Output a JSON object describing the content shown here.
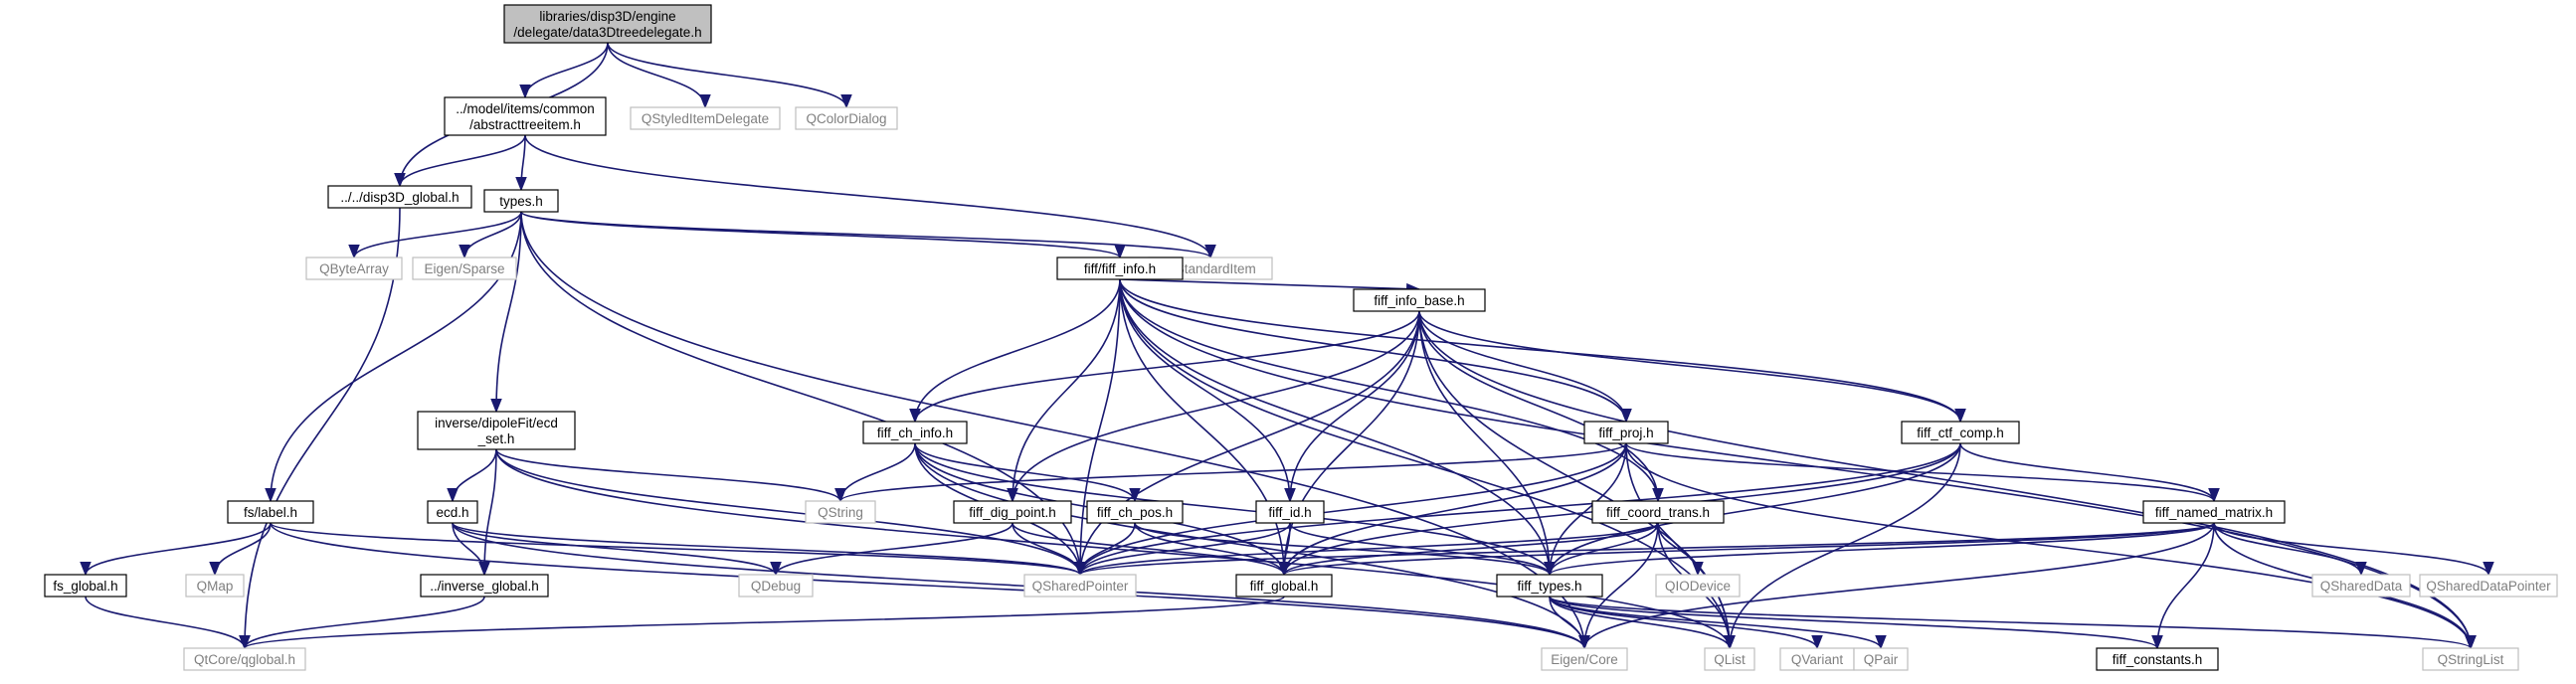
{
  "graph": {
    "nodes": [
      {
        "id": "main",
        "kind": "main",
        "lines": [
          "libraries/disp3D/engine",
          "/delegate/data3Dtreedelegate.h"
        ]
      },
      {
        "id": "abstracttreeitem",
        "kind": "local",
        "lines": [
          "../model/items/common",
          "/abstracttreeitem.h"
        ]
      },
      {
        "id": "qstyleditemdelegate",
        "kind": "ext",
        "lines": [
          "QStyledItemDelegate"
        ]
      },
      {
        "id": "qcolordialog",
        "kind": "ext",
        "lines": [
          "QColorDialog"
        ]
      },
      {
        "id": "disp3d_global",
        "kind": "local",
        "lines": [
          "../../disp3D_global.h"
        ]
      },
      {
        "id": "types",
        "kind": "local",
        "lines": [
          "types.h"
        ]
      },
      {
        "id": "qstandarditem",
        "kind": "ext",
        "lines": [
          "QStandardItem"
        ]
      },
      {
        "id": "qbytearray",
        "kind": "ext",
        "lines": [
          "QByteArray"
        ]
      },
      {
        "id": "eigen_sparse",
        "kind": "ext",
        "lines": [
          "Eigen/Sparse"
        ]
      },
      {
        "id": "fiff_info",
        "kind": "local",
        "lines": [
          "fiff/fiff_info.h"
        ]
      },
      {
        "id": "fiff_info_base",
        "kind": "local",
        "lines": [
          "fiff_info_base.h"
        ]
      },
      {
        "id": "ecd_set",
        "kind": "local",
        "lines": [
          "inverse/dipoleFit/ecd",
          "_set.h"
        ]
      },
      {
        "id": "fiff_ch_info",
        "kind": "local",
        "lines": [
          "fiff_ch_info.h"
        ]
      },
      {
        "id": "fiff_proj",
        "kind": "local",
        "lines": [
          "fiff_proj.h"
        ]
      },
      {
        "id": "fiff_ctf_comp",
        "kind": "local",
        "lines": [
          "fiff_ctf_comp.h"
        ]
      },
      {
        "id": "fs_label",
        "kind": "local",
        "lines": [
          "fs/label.h"
        ]
      },
      {
        "id": "ecd",
        "kind": "local",
        "lines": [
          "ecd.h"
        ]
      },
      {
        "id": "qstring",
        "kind": "ext",
        "lines": [
          "QString"
        ]
      },
      {
        "id": "fiff_dig_point",
        "kind": "local",
        "lines": [
          "fiff_dig_point.h"
        ]
      },
      {
        "id": "fiff_ch_pos",
        "kind": "local",
        "lines": [
          "fiff_ch_pos.h"
        ]
      },
      {
        "id": "fiff_id",
        "kind": "local",
        "lines": [
          "fiff_id.h"
        ]
      },
      {
        "id": "fiff_coord_trans",
        "kind": "local",
        "lines": [
          "fiff_coord_trans.h"
        ]
      },
      {
        "id": "fiff_named_matrix",
        "kind": "local",
        "lines": [
          "fiff_named_matrix.h"
        ]
      },
      {
        "id": "fs_global",
        "kind": "local",
        "lines": [
          "fs_global.h"
        ]
      },
      {
        "id": "qmap",
        "kind": "ext",
        "lines": [
          "QMap"
        ]
      },
      {
        "id": "inverse_global",
        "kind": "local",
        "lines": [
          "../inverse_global.h"
        ]
      },
      {
        "id": "qdebug",
        "kind": "ext",
        "lines": [
          "QDebug"
        ]
      },
      {
        "id": "qsharedpointer",
        "kind": "ext",
        "lines": [
          "QSharedPointer"
        ]
      },
      {
        "id": "fiff_global",
        "kind": "local",
        "lines": [
          "fiff_global.h"
        ]
      },
      {
        "id": "qiodevice",
        "kind": "ext",
        "lines": [
          "QIODevice"
        ]
      },
      {
        "id": "fiff_types",
        "kind": "local",
        "lines": [
          "fiff_types.h"
        ]
      },
      {
        "id": "qshareddata",
        "kind": "ext",
        "lines": [
          "QSharedData"
        ]
      },
      {
        "id": "qshareddatapointer",
        "kind": "ext",
        "lines": [
          "QSharedDataPointer"
        ]
      },
      {
        "id": "qtcore_qglobal",
        "kind": "ext",
        "lines": [
          "QtCore/qglobal.h"
        ]
      },
      {
        "id": "eigen_core",
        "kind": "ext",
        "lines": [
          "Eigen/Core"
        ]
      },
      {
        "id": "qlist",
        "kind": "ext",
        "lines": [
          "QList"
        ]
      },
      {
        "id": "qvariant",
        "kind": "ext",
        "lines": [
          "QVariant"
        ]
      },
      {
        "id": "qpair",
        "kind": "ext",
        "lines": [
          "QPair"
        ]
      },
      {
        "id": "fiff_constants",
        "kind": "local",
        "lines": [
          "fiff_constants.h"
        ]
      },
      {
        "id": "qstringlist",
        "kind": "ext",
        "lines": [
          "QStringList"
        ]
      }
    ],
    "edges": [
      [
        "main",
        "abstracttreeitem"
      ],
      [
        "main",
        "qstyleditemdelegate"
      ],
      [
        "main",
        "qcolordialog"
      ],
      [
        "main",
        "disp3d_global"
      ],
      [
        "abstracttreeitem",
        "disp3d_global"
      ],
      [
        "abstracttreeitem",
        "types"
      ],
      [
        "abstracttreeitem",
        "qstandarditem"
      ],
      [
        "disp3d_global",
        "qtcore_qglobal"
      ],
      [
        "types",
        "qstandarditem"
      ],
      [
        "types",
        "qbytearray"
      ],
      [
        "types",
        "eigen_sparse"
      ],
      [
        "types",
        "fiff_info"
      ],
      [
        "types",
        "ecd_set"
      ],
      [
        "types",
        "fs_label"
      ],
      [
        "types",
        "qsharedpointer"
      ],
      [
        "types",
        "eigen_core"
      ],
      [
        "fiff_info",
        "fiff_info_base"
      ],
      [
        "fiff_info",
        "fiff_ch_info"
      ],
      [
        "fiff_info",
        "fiff_dig_point"
      ],
      [
        "fiff_info",
        "fiff_id"
      ],
      [
        "fiff_info",
        "fiff_proj"
      ],
      [
        "fiff_info",
        "fiff_ctf_comp"
      ],
      [
        "fiff_info",
        "fiff_coord_trans"
      ],
      [
        "fiff_info",
        "fiff_types"
      ],
      [
        "fiff_info",
        "fiff_global"
      ],
      [
        "fiff_info",
        "qsharedpointer"
      ],
      [
        "fiff_info",
        "qlist"
      ],
      [
        "fiff_info",
        "qstringlist"
      ],
      [
        "fiff_info_base",
        "fiff_ch_info"
      ],
      [
        "fiff_info_base",
        "fiff_dig_point"
      ],
      [
        "fiff_info_base",
        "fiff_id"
      ],
      [
        "fiff_info_base",
        "fiff_proj"
      ],
      [
        "fiff_info_base",
        "fiff_ctf_comp"
      ],
      [
        "fiff_info_base",
        "fiff_coord_trans"
      ],
      [
        "fiff_info_base",
        "fiff_types"
      ],
      [
        "fiff_info_base",
        "fiff_global"
      ],
      [
        "fiff_info_base",
        "qsharedpointer"
      ],
      [
        "fiff_info_base",
        "qlist"
      ],
      [
        "fiff_info_base",
        "qstringlist"
      ],
      [
        "ecd_set",
        "ecd"
      ],
      [
        "ecd_set",
        "inverse_global"
      ],
      [
        "ecd_set",
        "qsharedpointer"
      ],
      [
        "ecd_set",
        "qstring"
      ],
      [
        "ecd_set",
        "qlist"
      ],
      [
        "fiff_ch_info",
        "fiff_ch_pos"
      ],
      [
        "fiff_ch_info",
        "qstring"
      ],
      [
        "fiff_ch_info",
        "fiff_types"
      ],
      [
        "fiff_ch_info",
        "fiff_global"
      ],
      [
        "fiff_ch_info",
        "qsharedpointer"
      ],
      [
        "fiff_ch_info",
        "eigen_core"
      ],
      [
        "fiff_proj",
        "fiff_named_matrix"
      ],
      [
        "fiff_proj",
        "fiff_types"
      ],
      [
        "fiff_proj",
        "fiff_global"
      ],
      [
        "fiff_proj",
        "qsharedpointer"
      ],
      [
        "fiff_proj",
        "qstring"
      ],
      [
        "fiff_proj",
        "qlist"
      ],
      [
        "fiff_proj",
        "qstringlist"
      ],
      [
        "fiff_ctf_comp",
        "fiff_named_matrix"
      ],
      [
        "fiff_ctf_comp",
        "fiff_types"
      ],
      [
        "fiff_ctf_comp",
        "fiff_global"
      ],
      [
        "fiff_ctf_comp",
        "qsharedpointer"
      ],
      [
        "fiff_ctf_comp",
        "qlist"
      ],
      [
        "fs_label",
        "fs_global"
      ],
      [
        "fs_label",
        "qmap"
      ],
      [
        "fs_label",
        "qsharedpointer"
      ],
      [
        "fs_label",
        "eigen_core"
      ],
      [
        "ecd",
        "inverse_global"
      ],
      [
        "ecd",
        "qdebug"
      ],
      [
        "ecd",
        "qsharedpointer"
      ],
      [
        "ecd",
        "eigen_core"
      ],
      [
        "fiff_dig_point",
        "fiff_global"
      ],
      [
        "fiff_dig_point",
        "qsharedpointer"
      ],
      [
        "fiff_dig_point",
        "qdebug"
      ],
      [
        "fiff_ch_pos",
        "fiff_global"
      ],
      [
        "fiff_ch_pos",
        "fiff_types"
      ],
      [
        "fiff_ch_pos",
        "qsharedpointer"
      ],
      [
        "fiff_id",
        "fiff_global"
      ],
      [
        "fiff_id",
        "fiff_types"
      ],
      [
        "fiff_id",
        "qsharedpointer"
      ],
      [
        "fiff_coord_trans",
        "fiff_global"
      ],
      [
        "fiff_coord_trans",
        "fiff_types"
      ],
      [
        "fiff_coord_trans",
        "qiodevice"
      ],
      [
        "fiff_coord_trans",
        "qsharedpointer"
      ],
      [
        "fiff_coord_trans",
        "eigen_core"
      ],
      [
        "fiff_coord_trans",
        "qlist"
      ],
      [
        "fiff_named_matrix",
        "fiff_types"
      ],
      [
        "fiff_named_matrix",
        "fiff_global"
      ],
      [
        "fiff_named_matrix",
        "qsharedpointer"
      ],
      [
        "fiff_named_matrix",
        "qshareddata"
      ],
      [
        "fiff_named_matrix",
        "qshareddatapointer"
      ],
      [
        "fiff_named_matrix",
        "qstringlist"
      ],
      [
        "fiff_named_matrix",
        "eigen_core"
      ],
      [
        "fiff_named_matrix",
        "fiff_constants"
      ],
      [
        "fs_global",
        "qtcore_qglobal"
      ],
      [
        "inverse_global",
        "qtcore_qglobal"
      ],
      [
        "fiff_global",
        "qtcore_qglobal"
      ],
      [
        "fiff_types",
        "fiff_constants"
      ],
      [
        "fiff_types",
        "eigen_core"
      ],
      [
        "fiff_types",
        "qlist"
      ],
      [
        "fiff_types",
        "qvariant"
      ],
      [
        "fiff_types",
        "qpair"
      ],
      [
        "fiff_types",
        "qstringlist"
      ]
    ]
  }
}
